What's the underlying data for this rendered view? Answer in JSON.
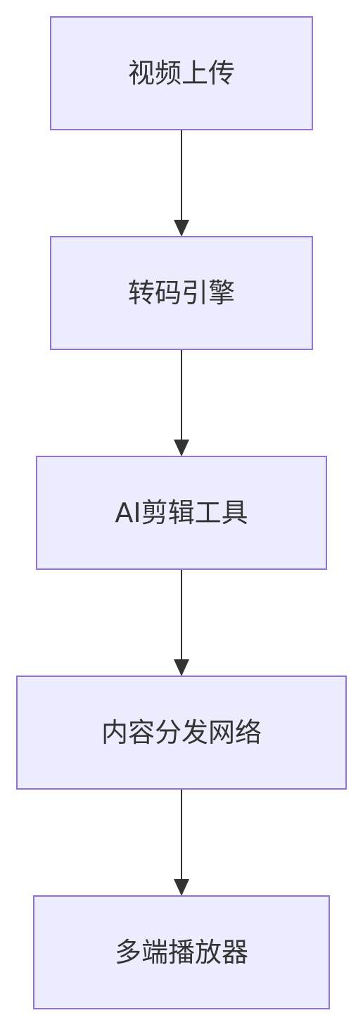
{
  "diagram": {
    "nodes": [
      {
        "id": "n1",
        "label": "视频上传"
      },
      {
        "id": "n2",
        "label": "转码引擎"
      },
      {
        "id": "n3",
        "label": "AI剪辑工具"
      },
      {
        "id": "n4",
        "label": "内容分发网络"
      },
      {
        "id": "n5",
        "label": "多端播放器"
      }
    ],
    "edges": [
      {
        "from": "n1",
        "to": "n2"
      },
      {
        "from": "n2",
        "to": "n3"
      },
      {
        "from": "n3",
        "to": "n4"
      },
      {
        "from": "n4",
        "to": "n5"
      }
    ],
    "colors": {
      "node_fill": "#ececff",
      "node_stroke": "#9370db",
      "edge": "#333333",
      "text": "#333333"
    }
  }
}
